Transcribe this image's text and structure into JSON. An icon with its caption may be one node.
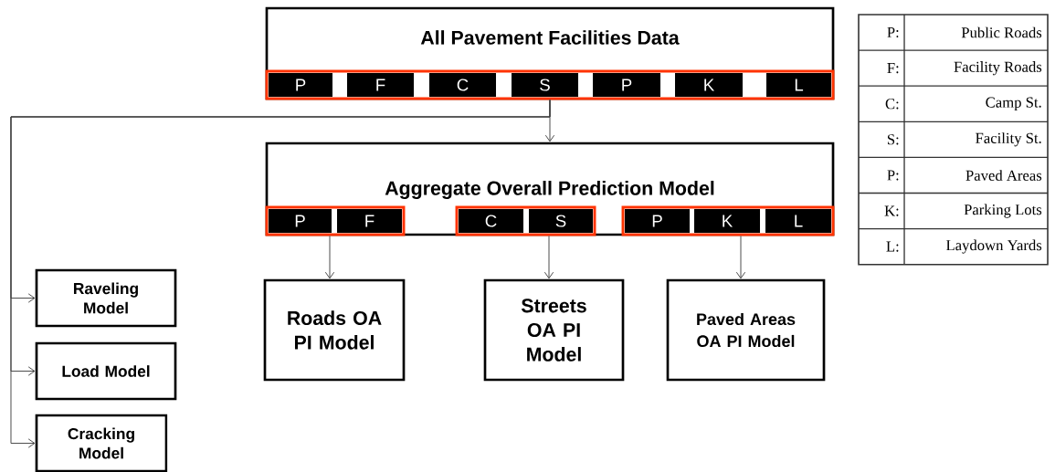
{
  "diagram": {
    "nodes": [
      {
        "text": [
          "All Pavement Facilities Data"
        ]
      },
      {
        "text": [],
        "shape": "box",
        "in": 0
      },
      {
        "text": [
          "P"
        ],
        "in": 1
      },
      {
        "text": [
          "F"
        ],
        "in": 1
      },
      {
        "text": [
          "C"
        ],
        "in": 1
      },
      {
        "text": [
          "S"
        ],
        "in": 1
      },
      {
        "text": [
          "P"
        ],
        "in": 1
      },
      {
        "text": [
          "K"
        ],
        "in": 1
      },
      {
        "text": [
          "L"
        ],
        "in": 1
      },
      {
        "text": [
          "Aggregate Overall Prediction Model"
        ]
      },
      {
        "text": [],
        "shape": "box",
        "in": 9
      },
      {
        "text": [
          "P"
        ],
        "in": 10
      },
      {
        "text": [
          "F"
        ],
        "in": 10
      },
      {
        "text": [],
        "shape": "box",
        "in": 9
      },
      {
        "text": [
          "C"
        ],
        "in": 13
      },
      {
        "text": [
          "S"
        ],
        "in": 13
      },
      {
        "text": [],
        "shape": "box",
        "in": 9
      },
      {
        "text": [
          "P"
        ],
        "in": 16
      },
      {
        "text": [
          "K"
        ],
        "in": 16
      },
      {
        "text": [
          "L"
        ],
        "in": 16
      },
      {
        "text": [
          "Raveling Model"
        ]
      },
      {
        "text": [
          "Load Model"
        ]
      },
      {
        "text": [
          "Cracking Model"
        ]
      },
      {
        "text": [
          "Roads OA PI Model"
        ]
      },
      {
        "text": [
          "Streets OA PI Model"
        ]
      },
      {
        "text": [
          "Paved Areas OA PI Model"
        ]
      }
    ],
    "edges": [
      {
        "from": 1,
        "to": 9,
        "arrow": "to"
      },
      {
        "from": 1,
        "to": 20,
        "arrow": "to"
      },
      {
        "from": 1,
        "to": 21,
        "arrow": "to"
      },
      {
        "from": 1,
        "to": 22,
        "arrow": "to"
      },
      {
        "from": 10,
        "to": 23,
        "arrow": "to"
      },
      {
        "from": 13,
        "to": 24,
        "arrow": "to"
      },
      {
        "from": 16,
        "to": 25,
        "arrow": "to"
      }
    ],
    "labels": [
      "P:",
      "Public Roads",
      "F:",
      "Facility Roads",
      "C:",
      "Camp St.",
      "S:",
      "Facility St.",
      "P:",
      "Paved Areas",
      "K:",
      "Parking Lots",
      "L:",
      "Laydown Yards"
    ]
  }
}
